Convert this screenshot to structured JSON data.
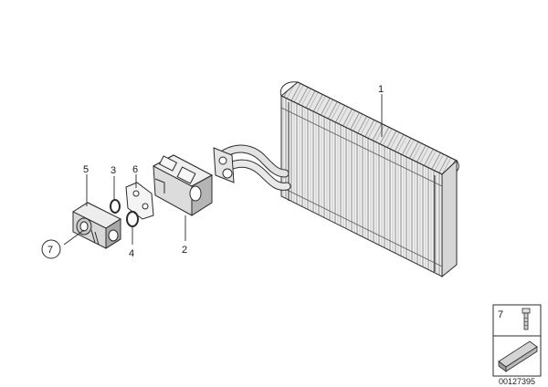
{
  "callouts": {
    "evaporator": "1",
    "expansion_valve_housing": "2",
    "o_ring_small": "3",
    "o_ring_large": "4",
    "expansion_valve": "5",
    "gasket_plate": "6",
    "circled_ref": "7"
  },
  "legend_box": {
    "ref": "7"
  },
  "doc_number": "00127395",
  "colors": {
    "line": "#2b2b2b",
    "fill_light": "#ececec",
    "fill_mid": "#cfcfcf",
    "fill_dark": "#9a9a9a"
  }
}
